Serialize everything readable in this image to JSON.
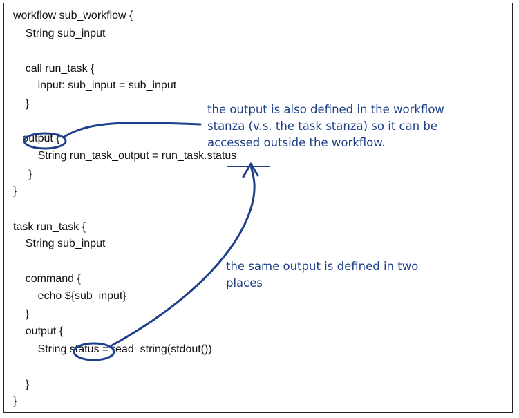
{
  "code_lines": [
    "workflow sub_workflow {",
    "    String sub_input",
    "",
    "    call run_task {",
    "        input: sub_input = sub_input",
    "    }",
    "",
    "   output {",
    "        String run_task_output = run_task.status",
    "     }",
    "}",
    "",
    "task run_task {",
    "    String sub_input",
    "",
    "    command {",
    "        echo ${sub_input}",
    "    }",
    "    output {",
    "        String status = read_string(stdout())",
    "",
    "    }",
    "}"
  ],
  "annotations": {
    "top_note": "the output is also defined in the workflow\nstanza (v.s. the task stanza) so it can be\naccessed outside the workflow.",
    "bottom_note": "the same output is defined in two\nplaces"
  },
  "colors": {
    "annotation": "#1e3f8a",
    "code": "#111111",
    "border": "#222222"
  }
}
